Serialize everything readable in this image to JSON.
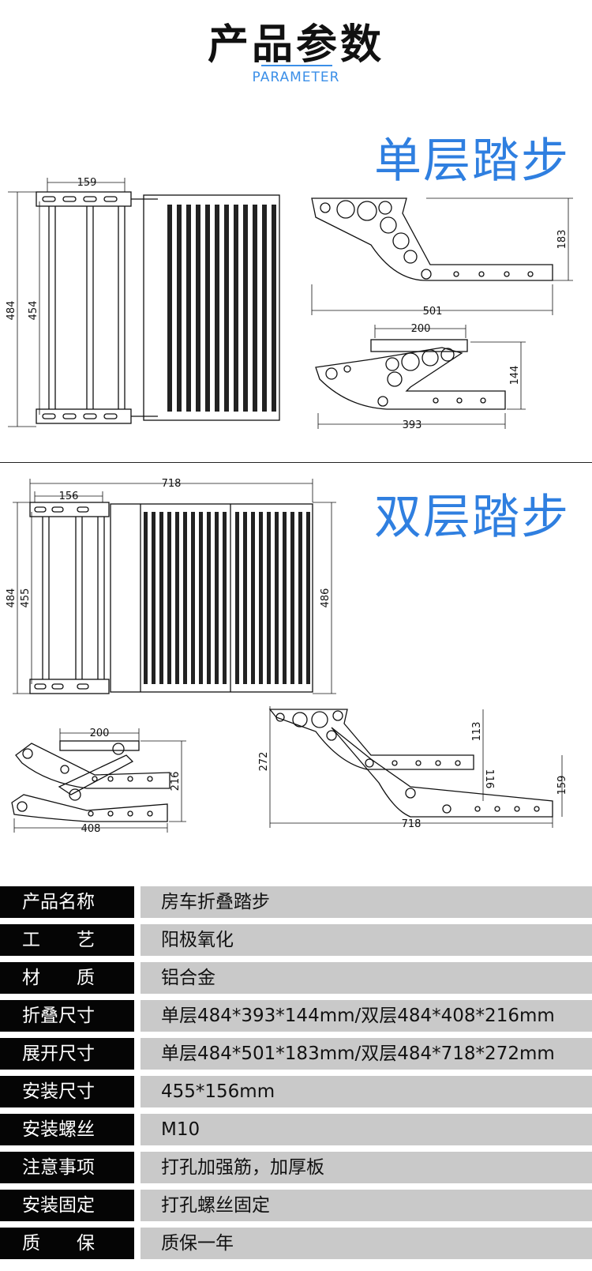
{
  "header": {
    "title": "产品参数",
    "subtitle": "PARAMETER"
  },
  "single": {
    "title": "单层踏步",
    "dims": {
      "top_width": "159",
      "outer_height": "484",
      "inner_height": "454",
      "open_length": "501",
      "open_height": "183",
      "fold_top": "200",
      "fold_height": "144",
      "fold_length": "393"
    }
  },
  "double": {
    "title": "双层踏步",
    "dims": {
      "total_width": "718",
      "frame_width": "156",
      "outer_height": "484",
      "inner_height": "455",
      "step_height": "486",
      "fold_top": "200",
      "fold_height": "216",
      "fold_length": "408",
      "open_height": "272",
      "open_top": "113",
      "open_mid": "116",
      "open_low": "159",
      "open_length": "718"
    }
  },
  "specs": [
    {
      "key": "产品名称",
      "value": "房车折叠踏步"
    },
    {
      "key": "工　　艺",
      "value": "阳极氧化"
    },
    {
      "key": "材　　质",
      "value": "铝合金"
    },
    {
      "key": "折叠尺寸",
      "value": "单层484*393*144mm/双层484*408*216mm"
    },
    {
      "key": "展开尺寸",
      "value": "单层484*501*183mm/双层484*718*272mm"
    },
    {
      "key": "安装尺寸",
      "value": "455*156mm"
    },
    {
      "key": "安装螺丝",
      "value": "M10"
    },
    {
      "key": "注意事项",
      "value": "打孔加强筋，加厚板"
    },
    {
      "key": "安装固定",
      "value": "打孔螺丝固定"
    },
    {
      "key": "质　　保",
      "value": "质保一年"
    }
  ]
}
